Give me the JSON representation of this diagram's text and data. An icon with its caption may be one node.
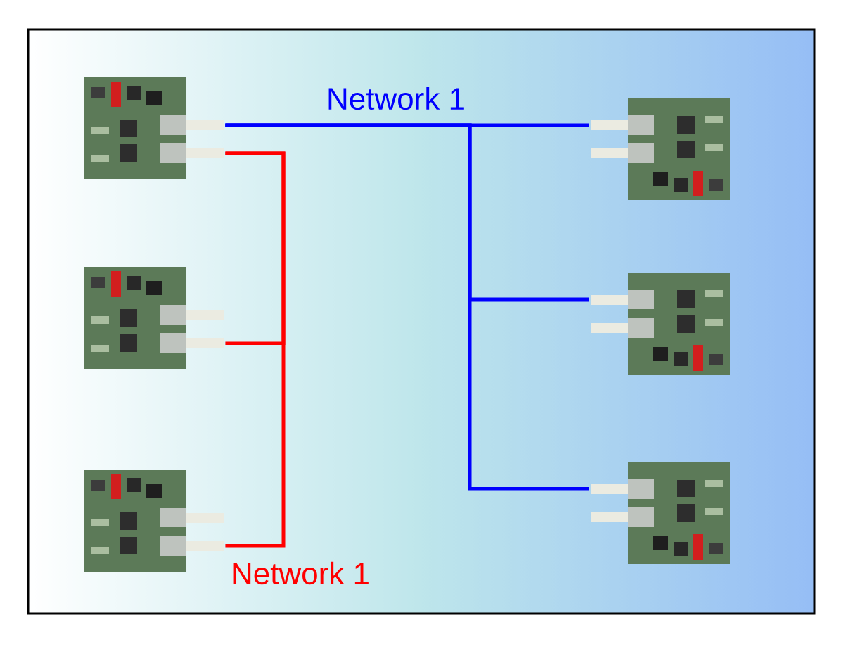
{
  "diagram": {
    "nodes": [
      {
        "text": [],
        "shape": "picture"
      },
      {
        "text": [],
        "shape": "picture"
      },
      {
        "text": [],
        "shape": "picture"
      },
      {
        "text": [],
        "shape": "picture"
      },
      {
        "text": [],
        "shape": "picture"
      },
      {
        "text": [],
        "shape": "picture"
      }
    ],
    "edges": [
      {
        "from": 0,
        "to": 3,
        "arrow": "none"
      },
      {
        "from": 0,
        "to": 4,
        "arrow": "none"
      },
      {
        "from": 0,
        "to": 5,
        "arrow": "none"
      },
      {
        "from": 0,
        "to": 1,
        "arrow": "none",
        "color": "#ff0000"
      },
      {
        "from": 0,
        "to": 2,
        "arrow": "none",
        "color": "#ff0000"
      }
    ],
    "labels": [
      "Network 1",
      "Network 1"
    ]
  }
}
